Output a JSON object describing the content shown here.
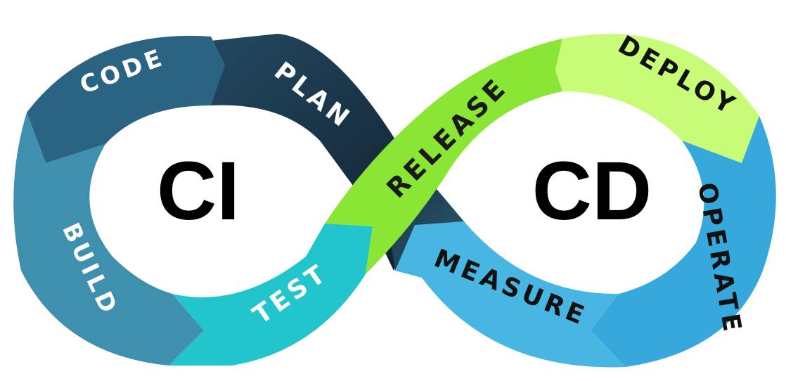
{
  "diagram": {
    "left_loop": {
      "label": "CI"
    },
    "right_loop": {
      "label": "CD"
    },
    "stages": [
      {
        "id": "code",
        "label": "CODE",
        "color": "#2b6483",
        "text_color": "#ffffff"
      },
      {
        "id": "plan",
        "label": "PLAN",
        "color": "#1e3d54",
        "text_color": "#ffffff"
      },
      {
        "id": "build",
        "label": "BUILD",
        "color": "#3f8fae",
        "text_color": "#ffffff"
      },
      {
        "id": "test",
        "label": "TEST",
        "color": "#23c5cc",
        "text_color": "#ffffff"
      },
      {
        "id": "release",
        "label": "RELEASE",
        "color": "#8ae634",
        "text_color": "#1a1a1a"
      },
      {
        "id": "deploy",
        "label": "DEPLOY",
        "color": "#c8fb77",
        "text_color": "#111111"
      },
      {
        "id": "operate",
        "label": "OPERATE",
        "color": "#36a8dc",
        "text_color": "#111111"
      },
      {
        "id": "measure",
        "label": "MEASURE",
        "color": "#48b6e3",
        "text_color": "#111111"
      }
    ]
  }
}
